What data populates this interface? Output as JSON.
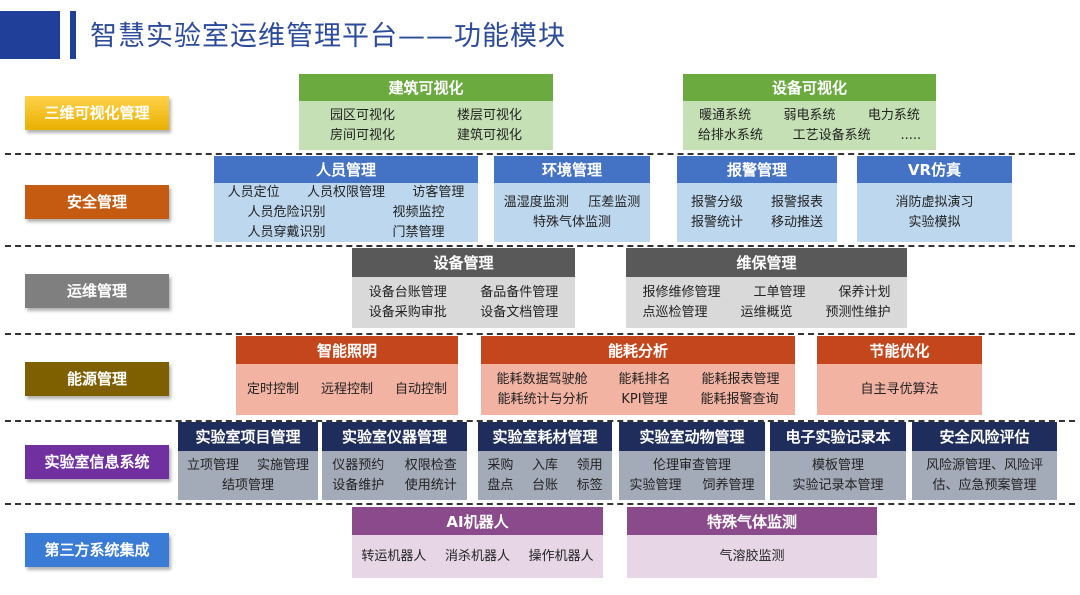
{
  "title": "智慧实验室运维管理平台——功能模块",
  "colors": {
    "title": "#1f3f99",
    "green": "#70ad47",
    "blue": "#4472c4",
    "gray": "#595959",
    "orange": "#c4461c",
    "navy": "#1f2d5c",
    "purple": "#8b4a8b"
  },
  "rows": [
    {
      "label": "三维可视化管理",
      "boxes": [
        {
          "title": "建筑可视化",
          "lines": [
            [
              "园区可视化",
              "楼层可视化"
            ],
            [
              "房间可视化",
              "建筑可视化"
            ]
          ]
        },
        {
          "title": "设备可视化",
          "lines": [
            [
              "暖通系统",
              "弱电系统",
              "电力系统"
            ],
            [
              "给排水系统",
              "工艺设备系统",
              "....."
            ]
          ]
        }
      ]
    },
    {
      "label": "安全管理",
      "boxes": [
        {
          "title": "人员管理",
          "lines": [
            [
              "人员定位",
              "人员权限管理",
              "访客管理"
            ],
            [
              "人员危险识别",
              "视频监控"
            ],
            [
              "人员穿戴识别",
              "门禁管理"
            ]
          ]
        },
        {
          "title": "环境管理",
          "lines": [
            [
              "温湿度监测",
              "压差监测"
            ],
            [
              "特殊气体监测"
            ]
          ]
        },
        {
          "title": "报警管理",
          "lines": [
            [
              "报警分级",
              "报警报表"
            ],
            [
              "报警统计",
              "移动推送"
            ]
          ]
        },
        {
          "title": "VR仿真",
          "lines": [
            [
              "消防虚拟演习"
            ],
            [
              "实验模拟"
            ]
          ]
        }
      ]
    },
    {
      "label": "运维管理",
      "boxes": [
        {
          "title": "设备管理",
          "lines": [
            [
              "设备台账管理",
              "备品备件管理"
            ],
            [
              "设备采购审批",
              "设备文档管理"
            ]
          ]
        },
        {
          "title": "维保管理",
          "lines": [
            [
              "报修维修管理",
              "工单管理",
              "保养计划"
            ],
            [
              "点巡检管理",
              "运维概览",
              "预测性维护"
            ]
          ]
        }
      ]
    },
    {
      "label": "能源管理",
      "boxes": [
        {
          "title": "智能照明",
          "lines": [
            [
              "定时控制",
              "远程控制",
              "自动控制"
            ]
          ]
        },
        {
          "title": "能耗分析",
          "lines": [
            [
              "能耗数据驾驶舱",
              "能耗排名",
              "能耗报表管理"
            ],
            [
              "能耗统计与分析",
              "KPI管理",
              "能耗报警查询"
            ]
          ]
        },
        {
          "title": "节能优化",
          "lines": [
            [
              "自主寻优算法"
            ]
          ]
        }
      ]
    },
    {
      "label": "实验室信息系统",
      "boxes": [
        {
          "title": "实验室项目管理",
          "lines": [
            [
              "立项管理",
              "实施管理"
            ],
            [
              "结项管理"
            ]
          ]
        },
        {
          "title": "实验室仪器管理",
          "lines": [
            [
              "仪器预约",
              "权限检查"
            ],
            [
              "设备维护",
              "使用统计"
            ]
          ]
        },
        {
          "title": "实验室耗材管理",
          "lines": [
            [
              "采购",
              "入库",
              "领用"
            ],
            [
              "盘点",
              "台账",
              "标签"
            ]
          ]
        },
        {
          "title": "实验室动物管理",
          "lines": [
            [
              "伦理审查管理"
            ],
            [
              "实验管理",
              "饲养管理"
            ]
          ]
        },
        {
          "title": "电子实验记录本",
          "lines": [
            [
              "模板管理"
            ],
            [
              "实验记录本管理"
            ]
          ]
        },
        {
          "title": "安全风险评估",
          "lines": [
            [
              "风险源管理、风险评"
            ],
            [
              "估、应急预案管理"
            ]
          ]
        }
      ]
    },
    {
      "label": "第三方系统集成",
      "boxes": [
        {
          "title": "AI机器人",
          "lines": [
            [
              "转运机器人",
              "消杀机器人",
              "操作机器人"
            ]
          ]
        },
        {
          "title": "特殊气体监测",
          "lines": [
            [
              "气溶胶监测"
            ]
          ]
        }
      ]
    }
  ]
}
